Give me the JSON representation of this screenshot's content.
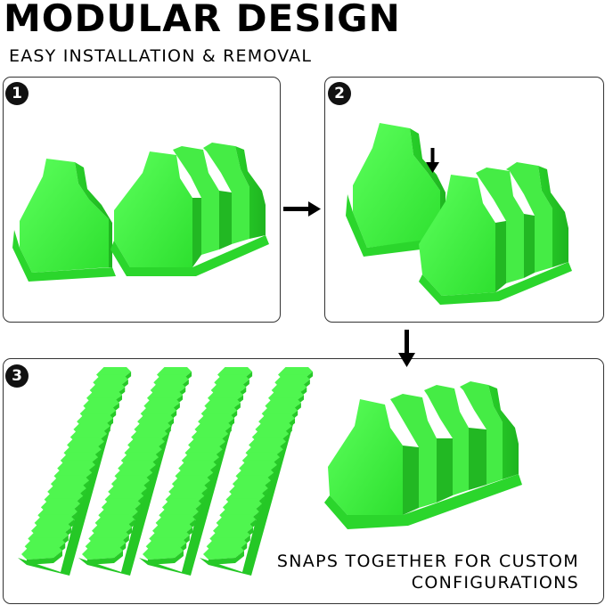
{
  "header": {
    "title": "MODULAR DESIGN",
    "subtitle": "EASY INSTALLATION & REMOVAL"
  },
  "steps": [
    {
      "badge": "1"
    },
    {
      "badge": "2"
    },
    {
      "badge": "3"
    }
  ],
  "caption": {
    "line1": "SNAPS TOGETHER FOR CUSTOM",
    "line2": "CONFIGURATIONS"
  },
  "colors": {
    "product_green": "#39f03a",
    "product_green_dark": "#25c826",
    "product_green_light": "#6bff6b",
    "border": "#333333",
    "arrow": "#000000"
  },
  "icons": [
    "arrow-right-icon",
    "arrow-down-icon"
  ]
}
